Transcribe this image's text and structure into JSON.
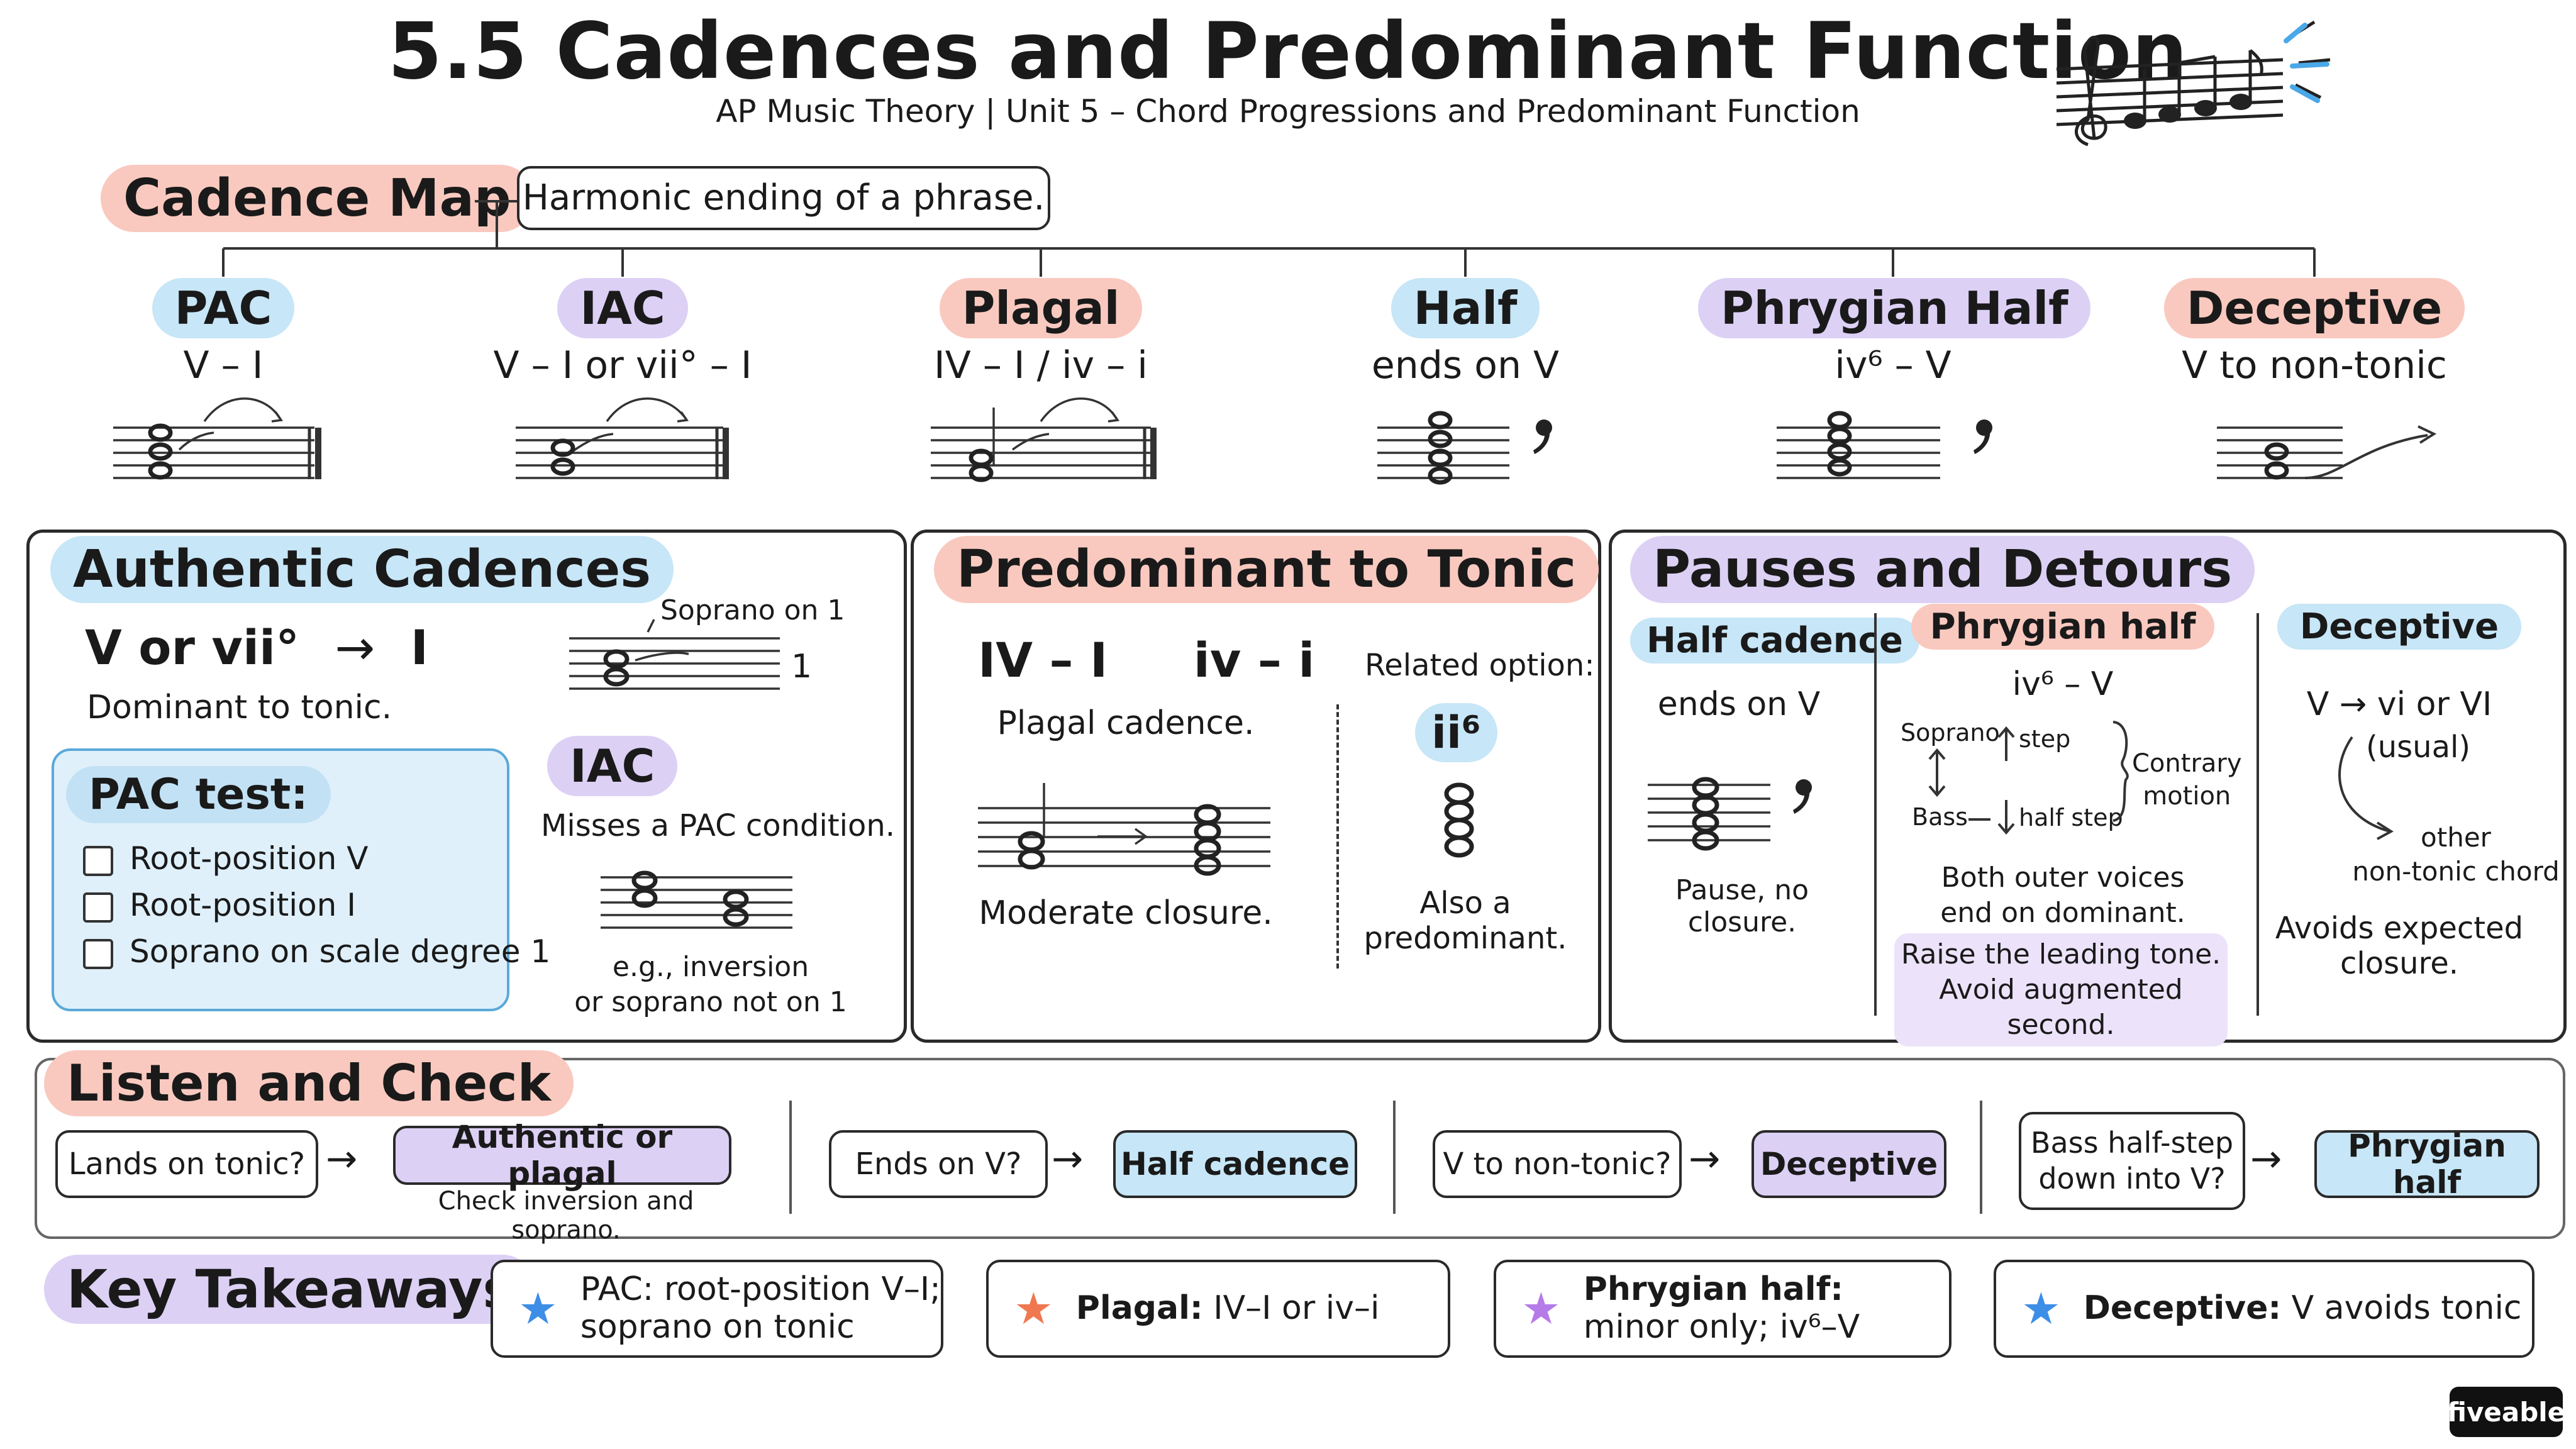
{
  "header": {
    "title": "5.5 Cadences and Predominant Function",
    "subtitle": "AP Music Theory  |  Unit 5 – Chord Progressions and Predominant Function",
    "icon": "music-notes-icon"
  },
  "map": {
    "title": "Cadence Map",
    "definition": "Harmonic ending of a phrase.",
    "cadences": [
      {
        "name": "PAC",
        "formula": "V – I"
      },
      {
        "name": "IAC",
        "formula": "V – I or vii° – I"
      },
      {
        "name": "Plagal",
        "formula": "IV – I / iv – i"
      },
      {
        "name": "Half",
        "formula": "ends on V"
      },
      {
        "name": "Phrygian Half",
        "formula": "iv⁶ – V"
      },
      {
        "name": "Deceptive",
        "formula": "V to non-tonic"
      }
    ]
  },
  "authentic": {
    "title": "Authentic Cadences",
    "formula_left": "V or vii°",
    "formula_arrow": "→",
    "formula_right": "I",
    "description": "Dominant to tonic.",
    "soprano_label": "Soprano on 1",
    "soprano_number": "1",
    "pac_test_title": "PAC test:",
    "pac_test_items": [
      "Root-position V",
      "Root-position I",
      "Soprano on scale degree 1"
    ],
    "iac_title": "IAC",
    "iac_desc": "Misses a PAC condition.",
    "iac_example_line1": "e.g., inversion",
    "iac_example_line2": "or soprano not on 1"
  },
  "predominant": {
    "title": "Predominant to Tonic",
    "formula1": "IV – I",
    "formula2": "iv – i",
    "cadence_name": "Plagal cadence.",
    "closure": "Moderate closure.",
    "related_label": "Related option:",
    "related_chord": "ii⁶",
    "related_desc_line1": "Also a",
    "related_desc_line2": "predominant."
  },
  "pauses": {
    "title": "Pauses and Detours",
    "half": {
      "title": "Half cadence",
      "desc": "ends on V",
      "note": "Pause, no closure."
    },
    "phrygian": {
      "title": "Phrygian half",
      "formula": "iv⁶ – V",
      "soprano": "Soprano",
      "bass": "Bass",
      "step": "step",
      "half_step": "half step",
      "motion_line1": "Contrary",
      "motion_line2": "motion",
      "desc_line1": "Both outer voices",
      "desc_line2": "end on dominant.",
      "note_line1": "Raise the leading tone.",
      "note_line2": "Avoid augmented second."
    },
    "deceptive": {
      "title": "Deceptive",
      "formula": "V → vi or VI",
      "usual": "(usual)",
      "other_line1": "other",
      "other_line2": "non-tonic chord",
      "note_line1": "Avoids expected",
      "note_line2": "closure."
    }
  },
  "listen": {
    "title": "Listen and Check",
    "q1": "Lands on tonic?",
    "a1": "Authentic or plagal",
    "a1_note": "Check inversion and soprano.",
    "q2": "Ends on V?",
    "a2": "Half cadence",
    "q3": "V to non-tonic?",
    "a3": "Deceptive",
    "q4_line1": "Bass half-step",
    "q4_line2": "down into V?",
    "a4": "Phrygian half"
  },
  "takeaways": {
    "title": "Key Takeaways",
    "items": [
      {
        "bold": "",
        "text_line1": "PAC: root-position V–I;",
        "text_line2": "soprano on tonic",
        "star_color": "#3d8ee6"
      },
      {
        "bold": "Plagal:",
        "text_line1": " IV–I or iv–i",
        "text_line2": "",
        "star_color": "#f07850"
      },
      {
        "bold": "Phrygian half:",
        "text_line1": "",
        "text_line2": "minor only; iv⁶–V",
        "star_color": "#b57be8"
      },
      {
        "bold": "Deceptive:",
        "text_line1": " V avoids tonic",
        "text_line2": "",
        "star_color": "#3d8ee6"
      }
    ]
  },
  "brand": "fiveable"
}
